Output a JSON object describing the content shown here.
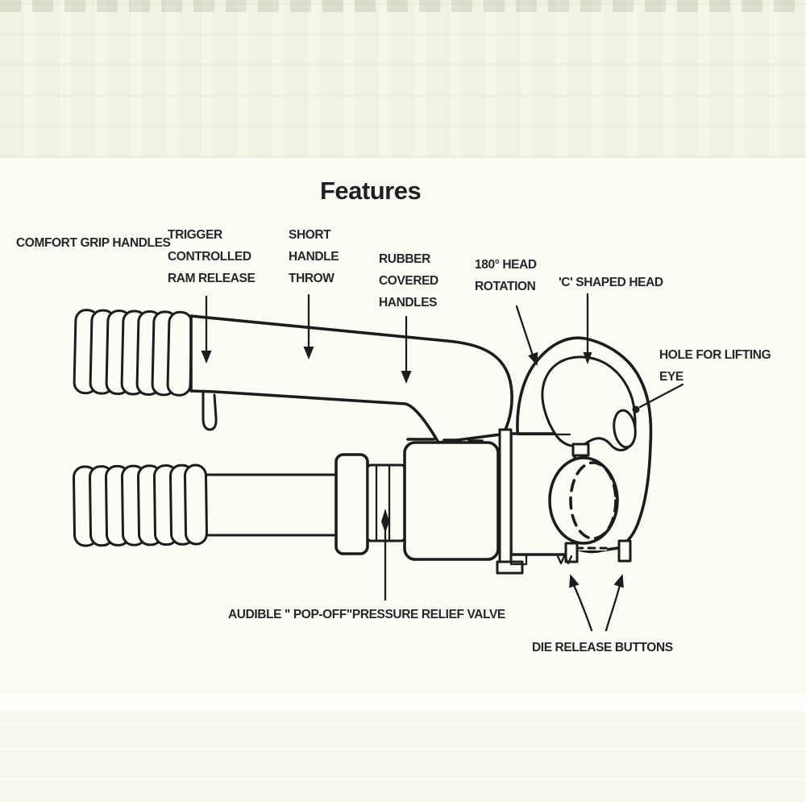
{
  "page": {
    "title": "Features",
    "paper_color": "#f7f8ee",
    "content_color": "#fbfcf4",
    "ink_color": "#1b1c1e",
    "text_color": "#25262b"
  },
  "labels": {
    "comfort_grip": {
      "lines": [
        "COMFORT GRIP HANDLES"
      ]
    },
    "trigger": {
      "lines": [
        "TRIGGER",
        "CONTROLLED",
        "RAM RELEASE"
      ]
    },
    "short_throw": {
      "lines": [
        "SHORT",
        "HANDLE",
        "THROW"
      ]
    },
    "rubber": {
      "lines": [
        "RUBBER",
        "COVERED",
        "HANDLES"
      ]
    },
    "rotation": {
      "lines": [
        "180° HEAD",
        "ROTATION"
      ]
    },
    "c_head": {
      "lines": [
        "'C' SHAPED HEAD"
      ]
    },
    "lifting_eye": {
      "lines": [
        "HOLE FOR LIFTING",
        "EYE"
      ]
    },
    "pop_off": {
      "lines": [
        "AUDIBLE \" POP-OFF\"PRESSURE RELIEF VALVE"
      ]
    },
    "die_release": {
      "lines": [
        "DIE RELEASE BUTTONS"
      ]
    }
  }
}
